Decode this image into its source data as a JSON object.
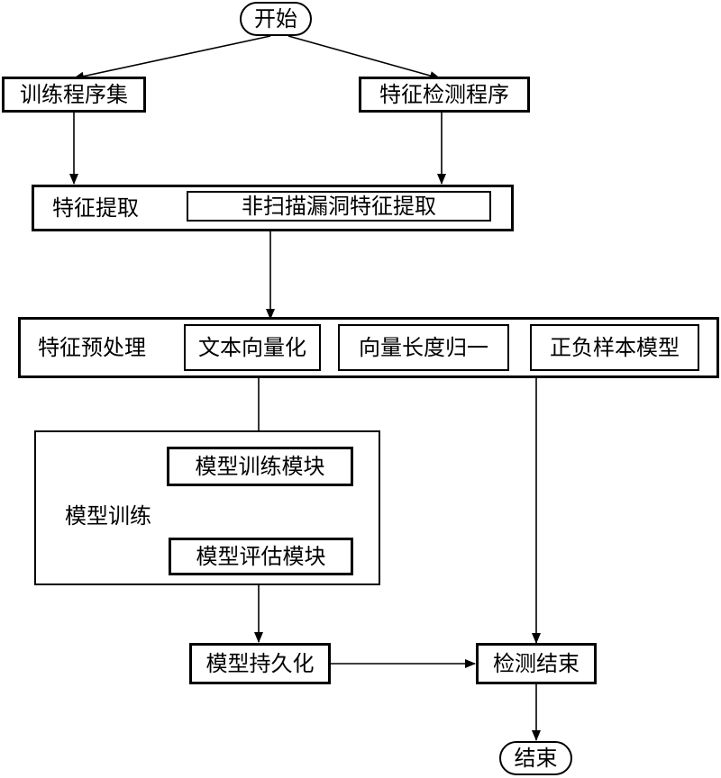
{
  "start": "开始",
  "end": "结束",
  "training_set": "训练程序集",
  "feature_detect": "特征检测程序",
  "feature_extract": {
    "label": "特征提取",
    "inner": "非扫描漏洞特征提取"
  },
  "preprocess": {
    "label": "特征预处理",
    "steps": [
      "文本向量化",
      "向量长度归一",
      "正负样本模型"
    ]
  },
  "model_training": {
    "label": "模型训练",
    "train_module": "模型训练模块",
    "eval_module": "模型评估模块"
  },
  "persist": "模型持久化",
  "detect_end": "检测结束"
}
